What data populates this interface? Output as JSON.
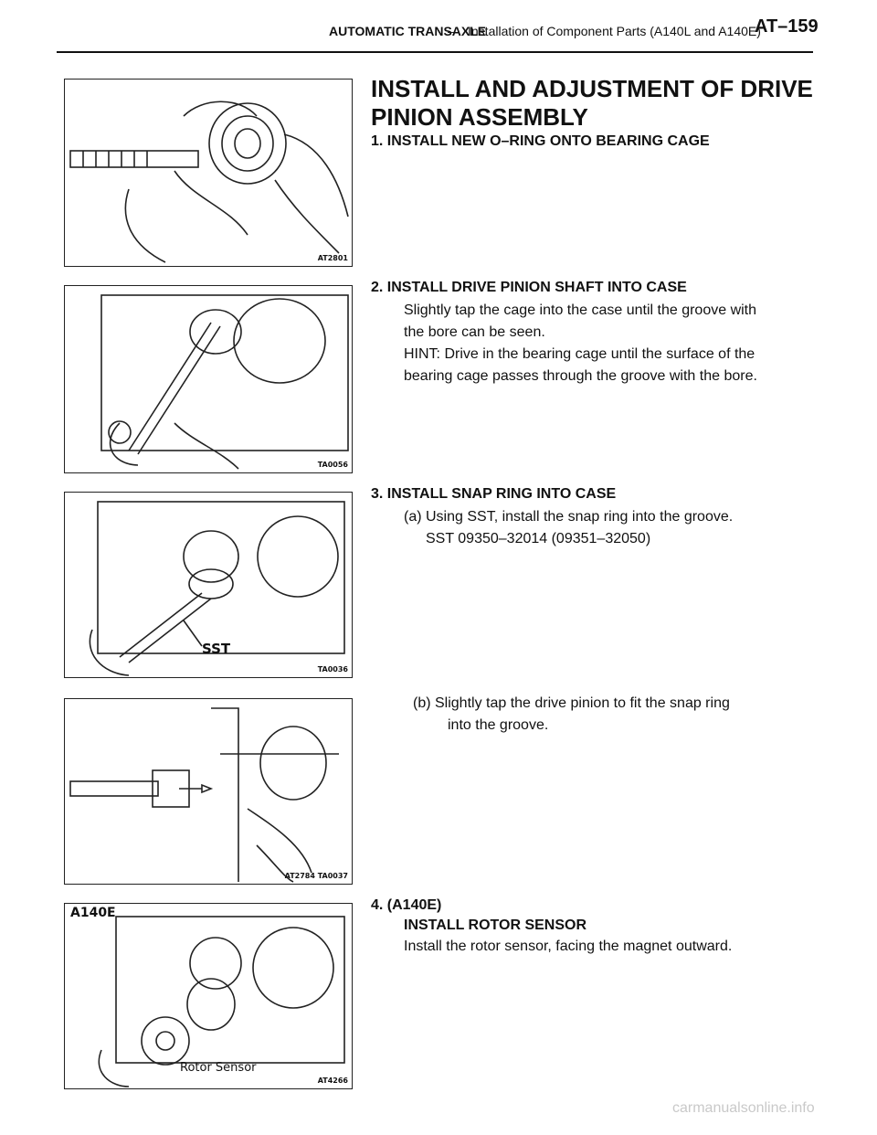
{
  "header": {
    "section": "AUTOMATIC TRANSAXLE",
    "separator": "–",
    "subtitle": "Installation of Component Parts (A140L and A140E)",
    "page": "AT–159"
  },
  "title": "INSTALL AND ADJUSTMENT OF DRIVE PINION ASSEMBLY",
  "steps": [
    {
      "heading": "1. INSTALL NEW O–RING ONTO BEARING CAGE"
    },
    {
      "heading": "2. INSTALL DRIVE PINION SHAFT INTO CASE",
      "lines": [
        "Slightly tap the cage into the case until the groove with",
        "the bore can be seen.",
        "HINT: Drive in the bearing cage until the surface of the",
        "bearing cage passes through the groove with the bore."
      ]
    },
    {
      "heading": "3. INSTALL SNAP RING INTO CASE",
      "lines": [
        "(a) Using SST, install the snap ring into the groove.",
        "SST 09350–32014 (09351–32050)"
      ]
    },
    {
      "lines": [
        "(b) Slightly tap the drive pinion to fit the snap ring",
        "into the groove."
      ]
    },
    {
      "heading": "4. (A140E)",
      "lines": [
        "INSTALL ROTOR SENSOR",
        "Install the rotor sensor, facing the magnet outward."
      ]
    }
  ],
  "figures": [
    {
      "code": "AT2801"
    },
    {
      "code": "TA0056"
    },
    {
      "code": "TA0036",
      "label": "SST"
    },
    {
      "code": "AT2784 TA0037"
    },
    {
      "code": "AT4266",
      "tag": "A140E",
      "label": "Rotor Sensor"
    }
  ],
  "footer": "carmanualsonline.info"
}
